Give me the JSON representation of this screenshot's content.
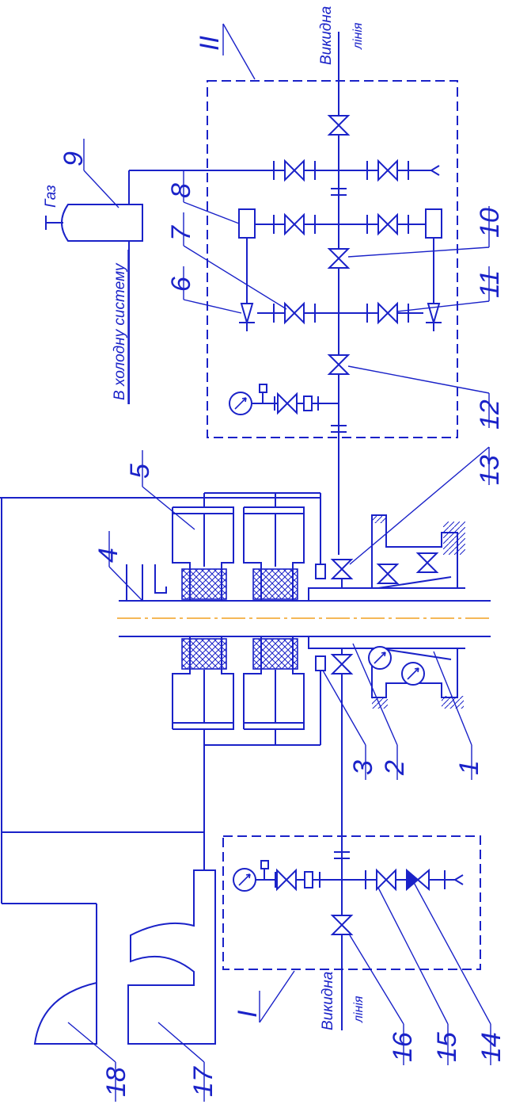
{
  "colors": {
    "line": "#1a22c8",
    "axis": "#f0a020",
    "background": "#ffffff"
  },
  "labels": {
    "gas": "Газ",
    "to_cold_system": "В холодну систему",
    "discharge_top_1": "Викидна",
    "discharge_top_2": "лінія",
    "discharge_bottom_1": "Викидна",
    "discharge_bottom_2": "лінія",
    "block_top": "II",
    "block_bottom": "I"
  },
  "positions": [
    "1",
    "2",
    "3",
    "4",
    "5",
    "6",
    "7",
    "8",
    "9",
    "10",
    "11",
    "12",
    "13",
    "14",
    "15",
    "16",
    "17",
    "18"
  ]
}
